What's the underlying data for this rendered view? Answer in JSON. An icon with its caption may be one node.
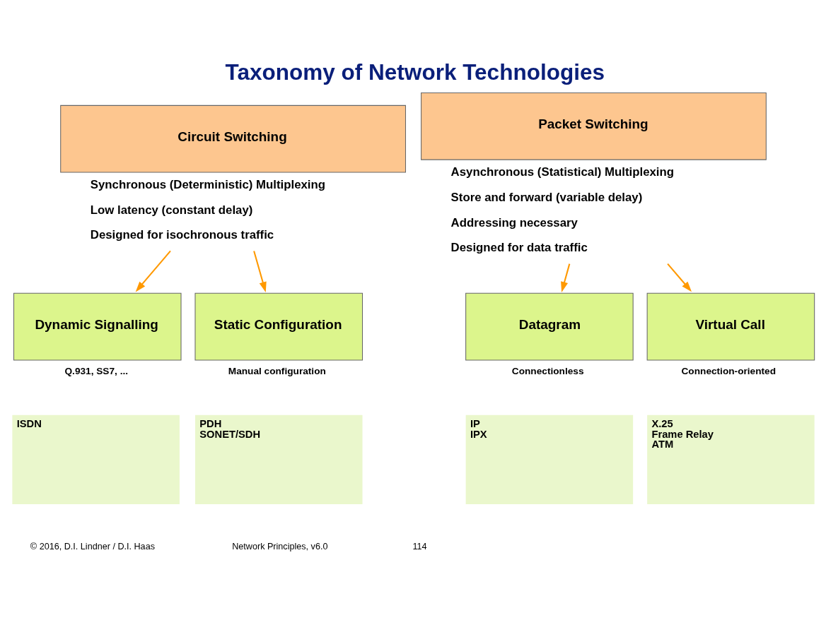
{
  "diagram": {
    "title": "Taxonomy of Network Technologies",
    "nodes": [
      {
        "text": [
          "Circuit Switching"
        ],
        "beside": [
          "Synchronous (Deterministic) Multiplexing",
          "Low latency (constant delay)",
          "Designed for isochronous traffic"
        ]
      },
      {
        "text": [
          "Packet Switching"
        ],
        "beside": [
          "Asynchronous (Statistical) Multiplexing",
          "Store and forward (variable delay)",
          "Addressing necessary",
          "Designed for data traffic"
        ]
      },
      {
        "text": [
          "Dynamic Signalling"
        ],
        "beside": [
          "Q.931, SS7, ..."
        ]
      },
      {
        "text": [
          "Static Configuration"
        ],
        "beside": [
          "Manual configuration"
        ]
      },
      {
        "text": [
          "Datagram"
        ],
        "beside": [
          "Connectionless"
        ]
      },
      {
        "text": [
          "Virtual Call"
        ],
        "beside": [
          "Connection-oriented"
        ]
      },
      {
        "text": [
          "ISDN"
        ]
      },
      {
        "text": [
          "PDH",
          "SONET/SDH"
        ]
      },
      {
        "text": [
          "IP",
          "IPX"
        ]
      },
      {
        "text": [
          "X.25",
          "Frame Relay",
          "ATM"
        ]
      }
    ],
    "edges": [
      {
        "from": 0,
        "to": 2,
        "arrow": "to"
      },
      {
        "from": 0,
        "to": 3,
        "arrow": "to"
      },
      {
        "from": 1,
        "to": 4,
        "arrow": "to"
      },
      {
        "from": 1,
        "to": 5,
        "arrow": "to"
      }
    ],
    "labels": [
      "© 2016, D.I. Lindner / D.I. Haas",
      "Network Principles, v6.0",
      "114"
    ]
  }
}
